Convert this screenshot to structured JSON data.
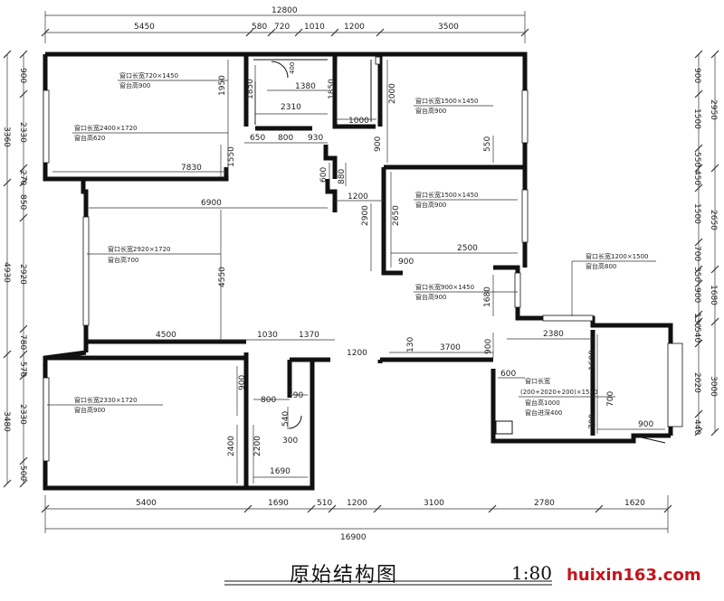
{
  "title": "原始结构图",
  "scale": "1:80",
  "watermark": "huixin163.com",
  "dimensions": {
    "top_total": "12800",
    "top_segments": [
      "5450",
      "580",
      "720",
      "1010",
      "1200",
      "3500"
    ],
    "bottom_segments": [
      "5400",
      "1690",
      "510",
      "1200",
      "3100",
      "2780",
      "1620"
    ],
    "bottom_total": "16900",
    "left_outer": [
      "3360",
      "4930",
      "3480"
    ],
    "left_inner": [
      "900",
      "2330",
      "270",
      "850",
      "2920",
      "780",
      "570",
      "2330",
      "500"
    ],
    "right_inner": [
      "900",
      "1500",
      "550",
      "450",
      "1500",
      "700",
      "350",
      "900",
      "130",
      "540",
      "2020",
      "440"
    ],
    "right_outer": [
      "2950",
      "2650",
      "1680",
      "3000"
    ],
    "interior": [
      "1950",
      "1850",
      "1850",
      "1380",
      "2310",
      "1000",
      "650",
      "800",
      "930",
      "1550",
      "7830",
      "600",
      "880",
      "1200",
      "6900",
      "900",
      "2000",
      "550",
      "2650",
      "2900",
      "2500",
      "900",
      "4550",
      "1680",
      "2380",
      "4500",
      "1030",
      "1370",
      "1200",
      "130",
      "3700",
      "900",
      "1600",
      "600",
      "700",
      "700",
      "900",
      "900",
      "800",
      "790",
      "540",
      "2400",
      "2200",
      "1690",
      "400",
      "300"
    ]
  },
  "window_notes": [
    {
      "line1": "窗口长宽720×1450",
      "line2": "窗台高900"
    },
    {
      "line1": "窗口长宽2400×1720",
      "line2": "窗台高620"
    },
    {
      "line1": "窗口长宽1500×1450",
      "line2": "窗台高900"
    },
    {
      "line1": "窗口长宽1500×1450",
      "line2": "窗台高900"
    },
    {
      "line1": "窗口长宽2920×1720",
      "line2": "窗台高700"
    },
    {
      "line1": "窗口长宽1200×1500",
      "line2": "窗台高800"
    },
    {
      "line1": "窗口长宽900×1450",
      "line2": "窗台高900"
    },
    {
      "line1": "窗口长宽2330×1720",
      "line2": "窗台高900"
    },
    {
      "line1": "窗口长宽",
      "line2": "(200+2020+200)×1520",
      "line3": "窗台高1000",
      "line4": "窗台进深400"
    }
  ]
}
